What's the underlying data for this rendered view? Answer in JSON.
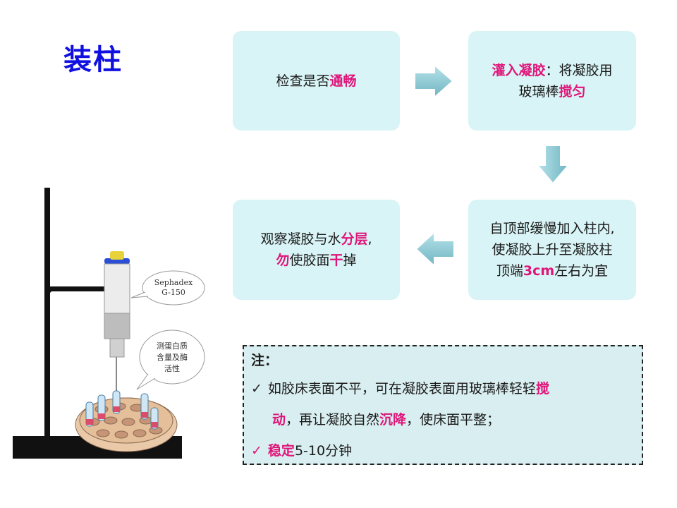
{
  "title": "装柱",
  "steps": {
    "s1": {
      "pre": "检查是否",
      "hl": "通畅"
    },
    "s2": {
      "hl": "灌入凝胶",
      "mid": "：将凝胶用",
      "line2_pre": "玻璃棒",
      "line2_hl": "搅匀"
    },
    "s3": {
      "line1": "自顶部缓慢加入柱内,",
      "line2": "使凝胶上升至凝胶柱",
      "line3_pre": "顶端",
      "line3_hl": "3cm",
      "line3_post": "左右为宜"
    },
    "s4": {
      "pre": "观察凝胶与水",
      "hl": "分层",
      "comma": ",",
      "line2_hl1": "勿",
      "line2_mid": "使胶面",
      "line2_hl2": "干",
      "line2_post": "掉"
    }
  },
  "note": {
    "head": "注：",
    "item1_pre": "如胶床表面不平，可在凝胶表面用玻璃棒轻轻",
    "item1_hl": "搅",
    "item1_line2_hl": "动",
    "item1_line2_pre": "，再让凝胶自然",
    "item1_line2_hl2": "沉降",
    "item1_line2_post": "，使床面平整；",
    "item2_hl": "稳定",
    "item2_post": "5-10分钟"
  },
  "illustration": {
    "bubble1_line1": "Sephadex",
    "bubble1_line2": "G-150",
    "bubble2_line1": "测蛋白质",
    "bubble2_line2": "含量及酶",
    "bubble2_line3": "活性"
  },
  "colors": {
    "title": "#1010e0",
    "highlight": "#e0157a",
    "box": "#d9f4f6",
    "arrow": "#8fc9d4"
  }
}
